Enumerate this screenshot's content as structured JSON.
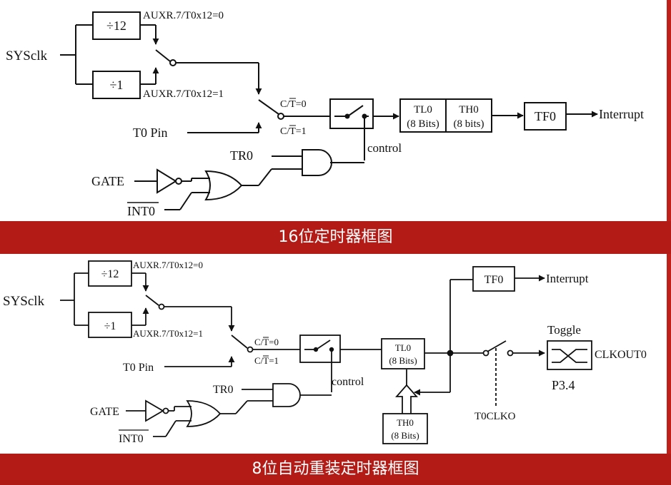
{
  "colors": {
    "banner": "#b31b16",
    "background": "#ffffff",
    "line": "#111111"
  },
  "diagram1": {
    "caption": "16位定时器框图",
    "sysclk": "SYSclk",
    "div12": "÷12",
    "div1": "÷1",
    "aux0": "AUXR.7/T0x12=0",
    "aux1": "AUXR.7/T0x12=1",
    "ct0": "C/T=0",
    "ct1": "C/T=1",
    "t0pin": "T0 Pin",
    "tr0": "TR0",
    "gate": "GATE",
    "int0": "INT0",
    "control": "control",
    "tl0": "TL0",
    "tl0bits": "(8 Bits)",
    "th0": "TH0",
    "th0bits": "(8 bits)",
    "tf0": "TF0",
    "interrupt": "Interrupt"
  },
  "diagram2": {
    "caption": "8位自动重装定时器框图",
    "sysclk": "SYSclk",
    "div12": "÷12",
    "div1": "÷1",
    "aux0": "AUXR.7/T0x12=0",
    "aux1": "AUXR.7/T0x12=1",
    "ct0": "C/T=0",
    "ct1": "C/T=1",
    "t0pin": "T0 Pin",
    "tr0": "TR0",
    "gate": "GATE",
    "int0": "INT0",
    "control": "control",
    "tl0": "TL0",
    "tl0bits": "(8 Bits)",
    "th0": "TH0",
    "th0bits": "(8 Bits)",
    "tf0": "TF0",
    "interrupt": "Interrupt",
    "toggle": "Toggle",
    "clkout": "CLKOUT0",
    "p34": "P3.4",
    "t0clko": "T0CLKO"
  }
}
